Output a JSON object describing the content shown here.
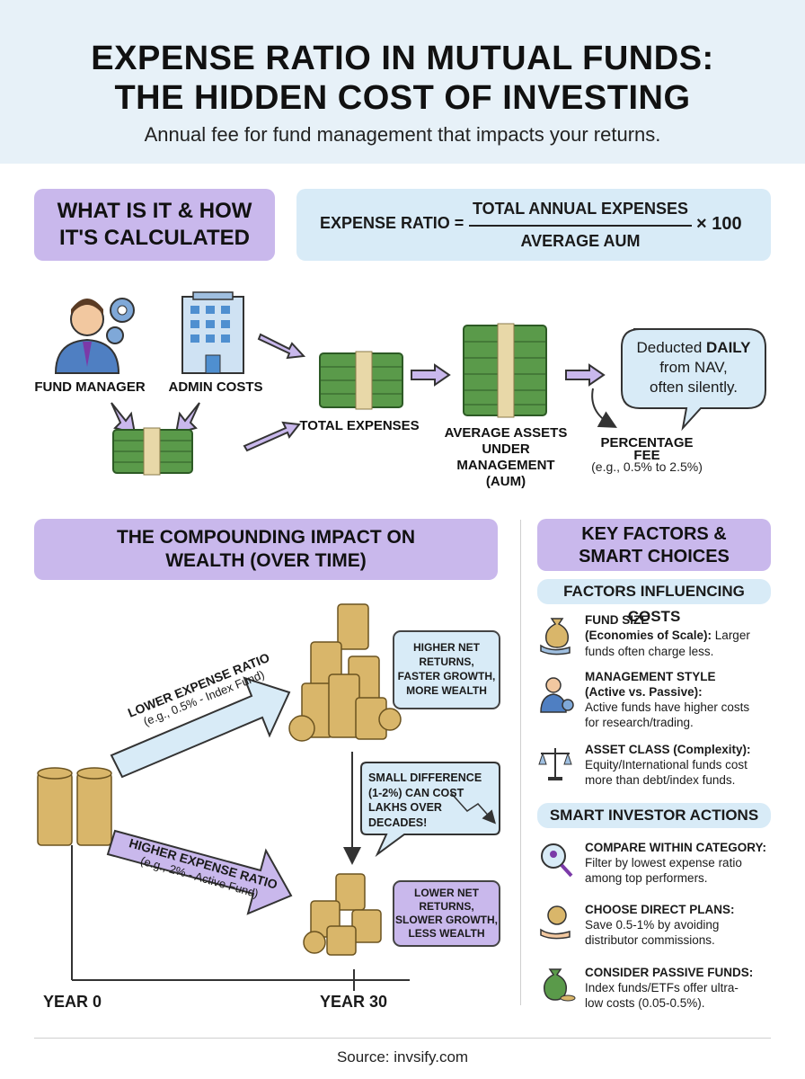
{
  "header": {
    "title_line1": "EXPENSE RATIO IN MUTUAL FUNDS:",
    "title_line2": "THE HIDDEN COST OF INVESTING",
    "subtitle": "Annual fee for fund management that impacts your returns."
  },
  "calc": {
    "heading_line1": "WHAT IS IT & HOW",
    "heading_line2": "IT'S CALCULATED",
    "formula_left": "EXPENSE RATIO =",
    "numerator": "TOTAL ANNUAL EXPENSES",
    "denominator": "AVERAGE AUM",
    "multiplier": "× 100",
    "fund_manager": "FUND MANAGER",
    "admin_costs": "ADMIN COSTS",
    "total_expenses": "TOTAL EXPENSES",
    "aum_line1": "AVERAGE ASSETS",
    "aum_line2": "UNDER MANAGEMENT",
    "aum_line3": "(AUM)",
    "pct_fee_line1": "PERCENTAGE",
    "pct_fee_line2": "FEE",
    "pct_fee_example": "(e.g., 0.5% to 2.5%)",
    "bubble_pre": "Deducted ",
    "bubble_bold": "DAILY",
    "bubble_line2": "from NAV,",
    "bubble_line3": "often silently."
  },
  "impact": {
    "heading_line1": "THE COMPOUNDING IMPACT ON",
    "heading_line2": "WEALTH (OVER TIME)",
    "lower_arrow_line1": "LOWER EXPENSE RATIO",
    "lower_arrow_line2": "(e.g., 0.5% - Index Fund)",
    "higher_arrow_line1": "HIGHER EXPENSE RATIO",
    "higher_arrow_line2": "(e.g., 2% - Active Fund)",
    "higher_returns": [
      "HIGHER NET",
      "RETURNS,",
      "FASTER GROWTH,",
      "MORE WEALTH"
    ],
    "small_diff": [
      "SMALL DIFFERENCE",
      "(1-2%) CAN COST",
      "LAKHS OVER",
      "DECADES!"
    ],
    "lower_returns": [
      "LOWER NET",
      "RETURNS,",
      "SLOWER GROWTH,",
      "LESS WEALTH"
    ],
    "year0": "YEAR 0",
    "year30": "YEAR 30"
  },
  "factors": {
    "heading_line1": "KEY FACTORS &",
    "heading_line2": "SMART CHOICES",
    "influencing_title": "FACTORS INFLUENCING COSTS",
    "items": [
      {
        "title": "FUND SIZE",
        "title2": "(Economies of Scale):",
        "desc1": " Larger",
        "desc2": "funds often charge less.",
        "desc3": ""
      },
      {
        "title": "MANAGEMENT STYLE",
        "title2": "(Active vs. Passive):",
        "desc1": "",
        "desc2": "Active funds have higher costs",
        "desc3": "for research/trading."
      },
      {
        "title": "ASSET CLASS (Complexity):",
        "title2": "",
        "desc1": "",
        "desc2": "Equity/International funds cost",
        "desc3": "more than debt/index funds."
      }
    ],
    "actions_title": "SMART INVESTOR ACTIONS",
    "actions": [
      {
        "title": "COMPARE WITHIN CATEGORY:",
        "desc1": "Filter by lowest expense ratio",
        "desc2": "among top performers."
      },
      {
        "title": "CHOOSE DIRECT PLANS:",
        "desc1": "Save 0.5-1% by avoiding",
        "desc2": "distributor commissions."
      },
      {
        "title": "CONSIDER PASSIVE FUNDS:",
        "desc1": "Index funds/ETFs offer ultra-",
        "desc2": "low costs (0.05-0.5%)."
      }
    ]
  },
  "footer": {
    "source": "Source: invsify.com"
  },
  "colors": {
    "header_bg": "#e7f1f8",
    "purple": "#c9b8ec",
    "light_blue": "#d8ebf7",
    "money_green": "#5a9a4a",
    "coin_gold": "#d9b66a"
  }
}
